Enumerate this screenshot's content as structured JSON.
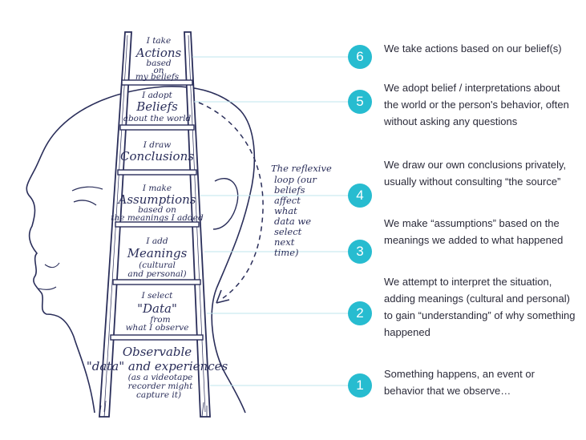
{
  "ladder": {
    "rungs": [
      {
        "lines": [
          "I take",
          "Actions",
          "based",
          "on",
          "my beliefs"
        ]
      },
      {
        "lines": [
          "I adopt",
          "Beliefs",
          "about the world"
        ]
      },
      {
        "lines": [
          "I draw",
          "Conclusions"
        ]
      },
      {
        "lines": [
          "I make",
          "Assumptions",
          "based on",
          "the meanings I added"
        ]
      },
      {
        "lines": [
          "I add",
          "Meanings",
          "(cultural",
          "and personal)"
        ]
      },
      {
        "lines": [
          "I select",
          "\"Data\"",
          "from",
          "what I observe"
        ]
      },
      {
        "lines": [
          "Observable",
          "\"data\" and experiences",
          "(as a videotape",
          "recorder might",
          "capture it)"
        ]
      }
    ],
    "reflexive_loop": [
      "The reflexive",
      "loop (our",
      "beliefs",
      "affect",
      "what",
      "data we",
      "select",
      "next",
      "time)"
    ]
  },
  "steps": [
    {
      "number": "6",
      "text": "We take actions based on our belief(s)"
    },
    {
      "number": "5",
      "text": "We adopt belief / interpretations about the world or the person's behavior, often without asking any questions"
    },
    {
      "number": "4",
      "text": "We draw our own conclusions privately, usually without consulting “the source”"
    },
    {
      "number": "3",
      "text": "We make “assumptions” based on the meanings we added to what happened"
    },
    {
      "number": "2",
      "text": "We attempt to interpret the situation, adding meanings (cultural and personal) to gain “understanding” of why something happened"
    },
    {
      "number": "1",
      "text": "Something happens, an event or behavior that we observe…"
    }
  ],
  "colors": {
    "accent": "#27bcd0",
    "ink": "#2a2e5a",
    "connector": "#bfe6ec",
    "text": "#2b2b3a"
  }
}
